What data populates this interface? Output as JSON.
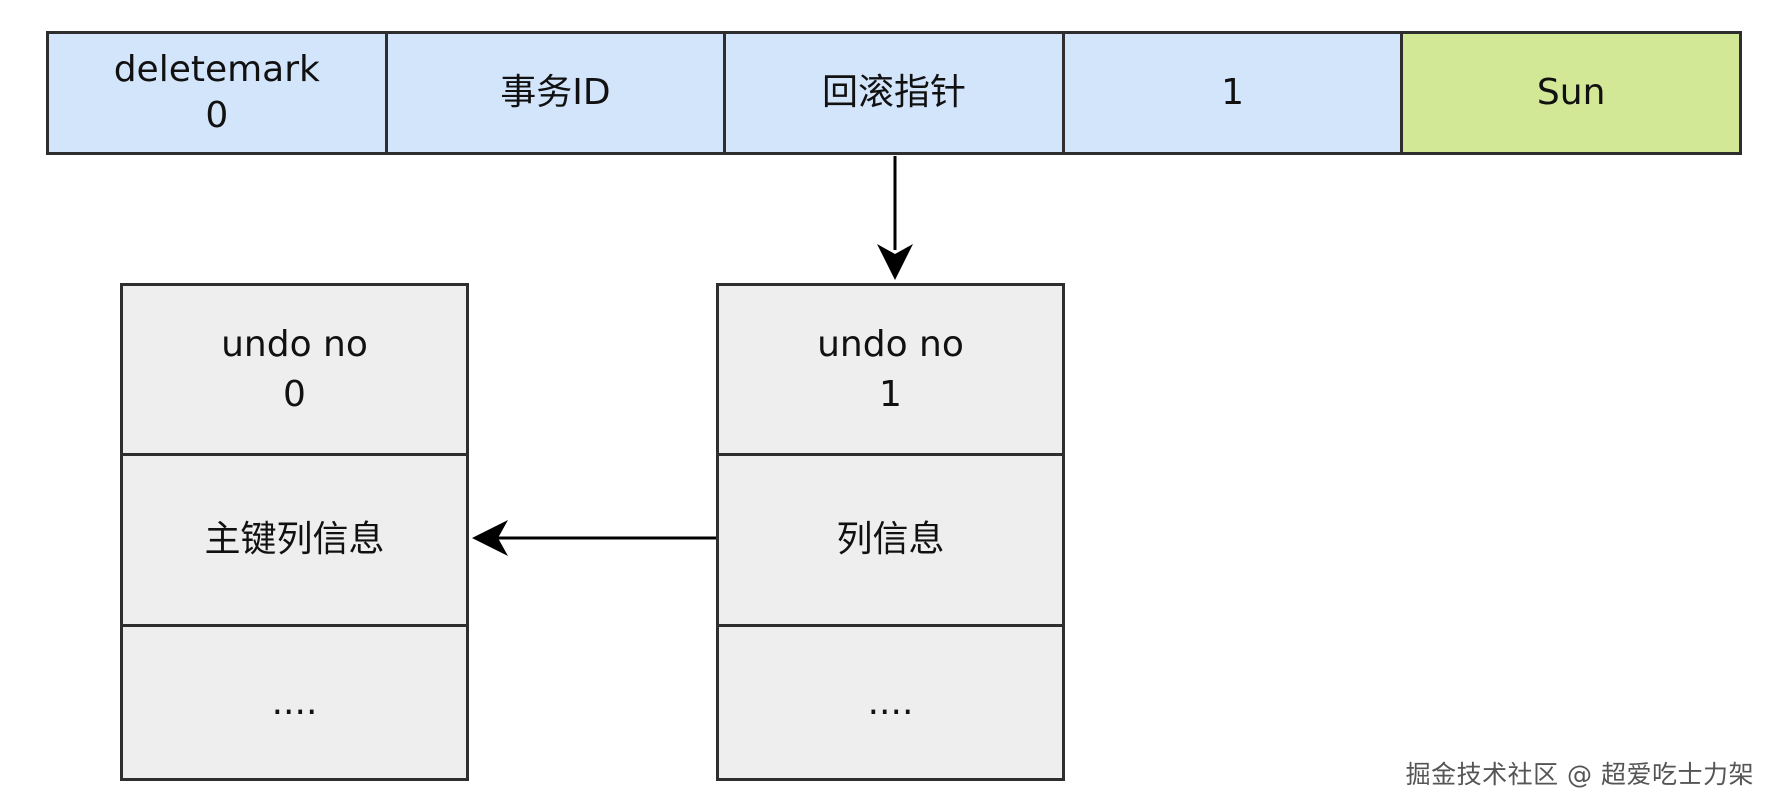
{
  "record": {
    "cells": [
      {
        "line1": "deletemark",
        "line2": "0"
      },
      {
        "line1": "事务ID",
        "line2": ""
      },
      {
        "line1": "回滚指针",
        "line2": ""
      },
      {
        "line1": "1",
        "line2": ""
      },
      {
        "line1": "Sun",
        "line2": ""
      }
    ]
  },
  "undo_logs": [
    {
      "header_line1": "undo no",
      "header_line2": "0",
      "middle": "主键列信息",
      "bottom": "...."
    },
    {
      "header_line1": "undo no",
      "header_line2": "1",
      "middle": "列信息",
      "bottom": "...."
    }
  ],
  "colors": {
    "record_cell_fill": "#d3e5fb",
    "name_cell_fill": "#d3e896",
    "undo_fill": "#eeeeee",
    "stroke": "#2e2e2e"
  },
  "watermark": "掘金技术社区 @ 超爱吃士力架"
}
